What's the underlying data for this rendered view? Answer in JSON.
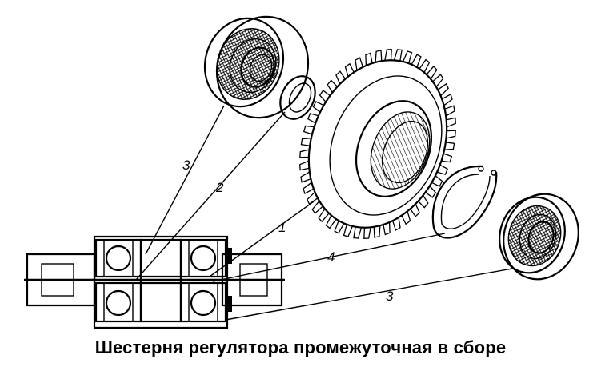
{
  "caption": "Шестерня регулятора промежуточная в сборе",
  "callouts": [
    {
      "id": "1",
      "text": "1"
    },
    {
      "id": "2",
      "text": "2"
    },
    {
      "id": "3a",
      "text": "3"
    },
    {
      "id": "3b",
      "text": "3"
    },
    {
      "id": "4",
      "text": "4"
    }
  ],
  "parts": {
    "1": "gear",
    "2": "spacer-ring",
    "3": "ball-bearing",
    "4": "retaining-ring"
  }
}
